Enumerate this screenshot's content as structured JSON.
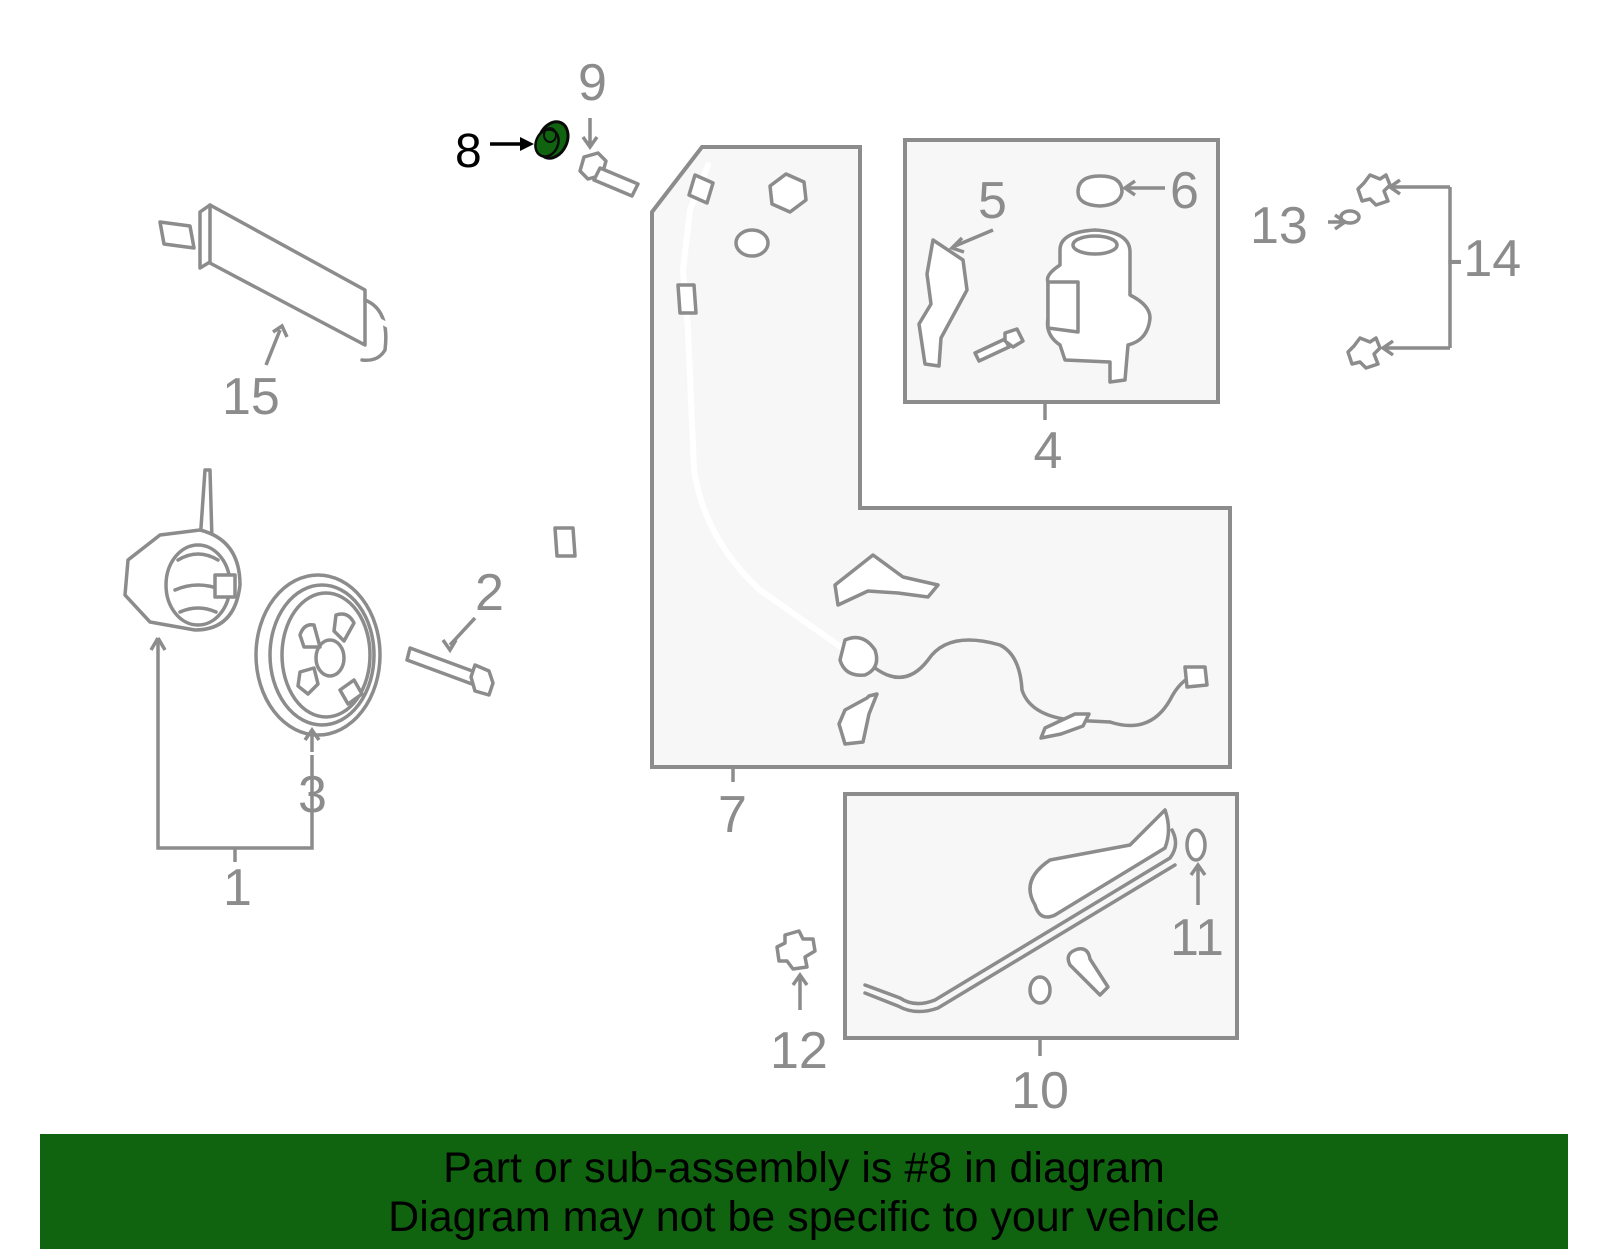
{
  "callouts": {
    "c1": "1",
    "c2": "2",
    "c3": "3",
    "c4": "4",
    "c5": "5",
    "c6": "6",
    "c7": "7",
    "c8": "8",
    "c9": "9",
    "c10": "10",
    "c11": "11",
    "c12": "12",
    "c13": "13",
    "c14": "-14",
    "c15": "15"
  },
  "highlight": {
    "part": "8",
    "color": "#106410"
  },
  "banner": {
    "line1": "Part or sub-assembly is #8 in diagram",
    "line2": "Diagram may not be specific to your vehicle",
    "background": "#106410"
  }
}
